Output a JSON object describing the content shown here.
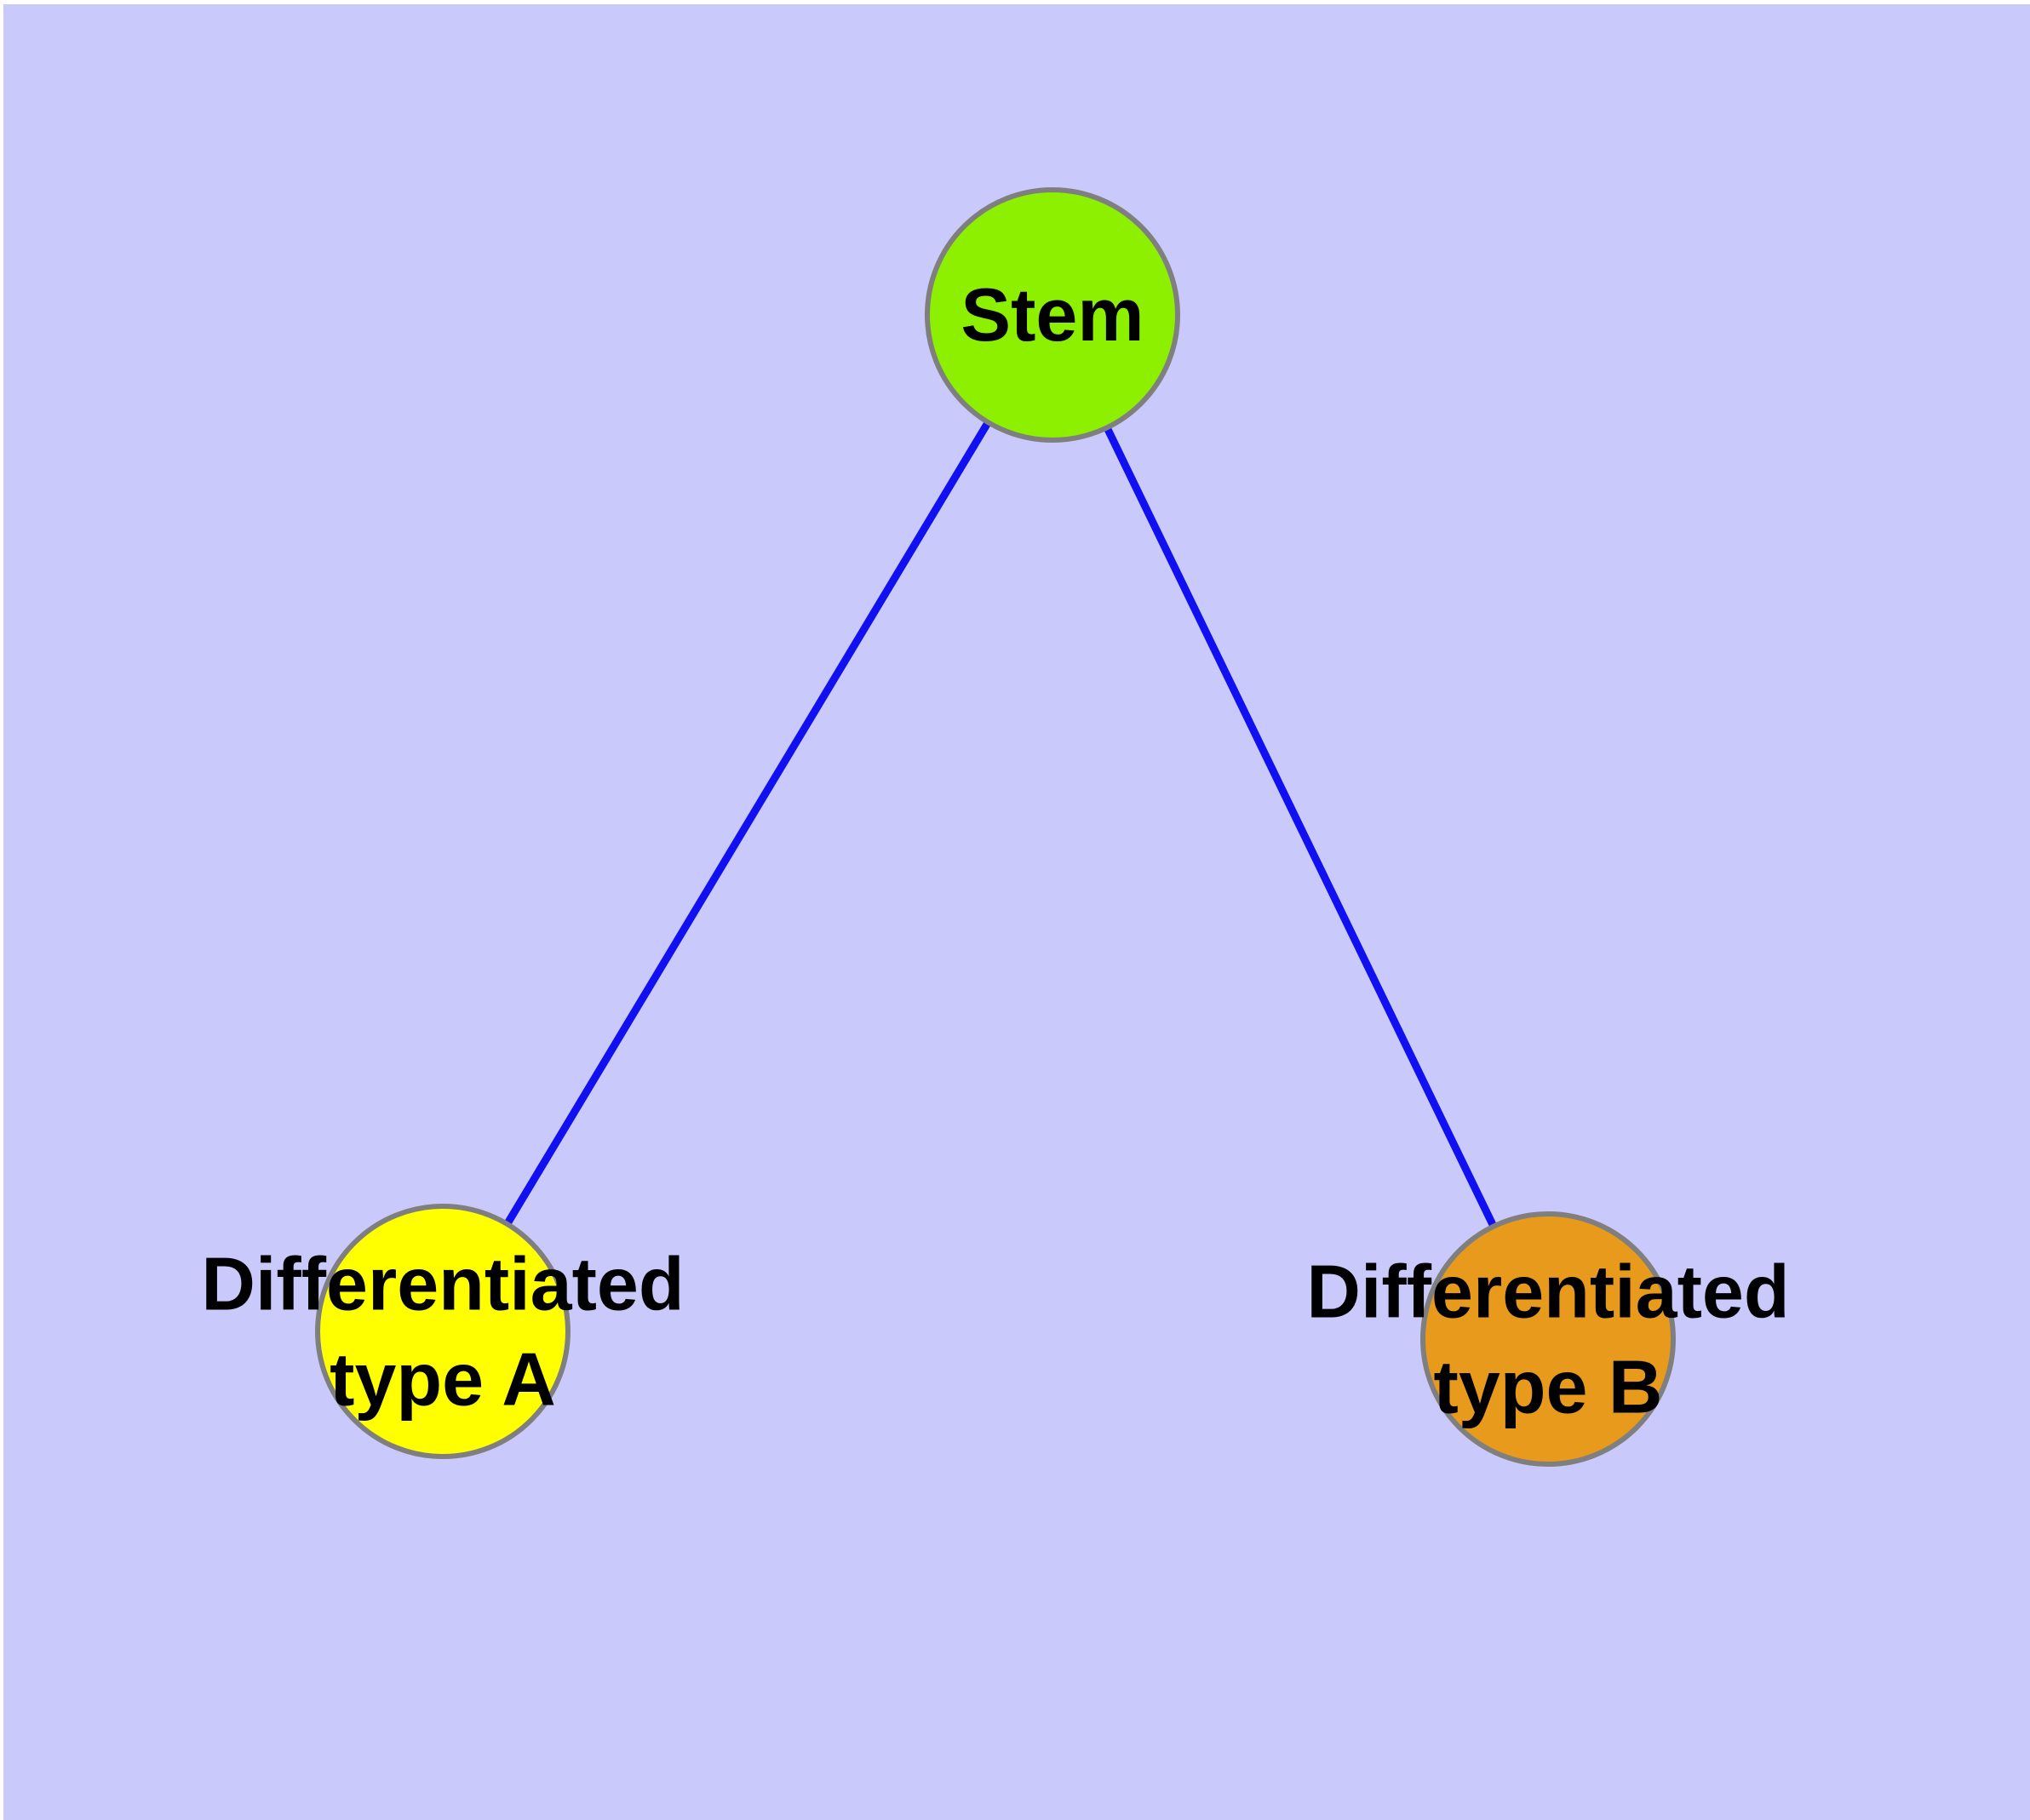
{
  "diagram": {
    "background_color": "#c9c9fb",
    "edge_color": "#1010f0",
    "node_border_color": "#7f7f7f",
    "text_color": "#000000",
    "nodes": [
      {
        "id": "stem",
        "label": "Stem",
        "label_lines": [
          "Stem"
        ],
        "color": "#8cf000"
      },
      {
        "id": "differentiated-type-a",
        "label": "Differentiated type A",
        "label_lines": [
          "Differentiated",
          "type A"
        ],
        "color": "#ffff00"
      },
      {
        "id": "differentiated-type-b",
        "label": "Differentiated type B",
        "label_lines": [
          "Differentiated",
          "type B"
        ],
        "color": "#e79a1c"
      }
    ],
    "edges": [
      {
        "from": "Stem",
        "to": "Differentiated type A"
      },
      {
        "from": "Stem",
        "to": "Differentiated type B"
      }
    ]
  }
}
